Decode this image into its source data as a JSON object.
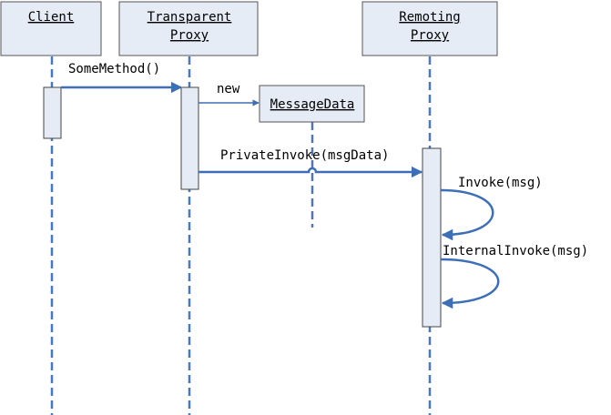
{
  "objects": {
    "client": {
      "line1": "Client"
    },
    "transparent_proxy": {
      "line1": "Transparent",
      "line2": "Proxy"
    },
    "remoting_proxy": {
      "line1": "Remoting",
      "line2": "Proxy"
    },
    "message_data": {
      "line1": "MessageData"
    }
  },
  "messages": {
    "some_method": "SomeMethod()",
    "new": "new",
    "private_invoke": "PrivateInvoke(msgData)",
    "invoke": "Invoke(msg)",
    "internal_invoke": "InternalInvoke(msg)"
  },
  "colors": {
    "line": "#3d6fb6",
    "box_fill": "#e6ecf6",
    "box_stroke": "#555555"
  }
}
